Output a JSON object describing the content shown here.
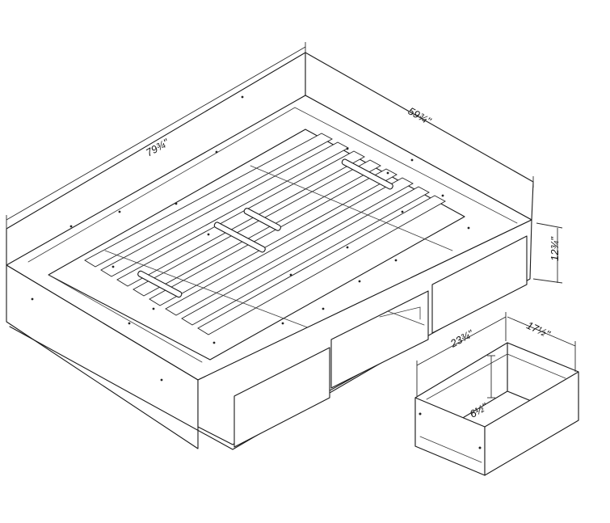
{
  "dimensions": {
    "bed_length": "79¾\"",
    "bed_width": "59¾\"",
    "bed_height": "12¾\"",
    "drawer_width": "23¾\"",
    "drawer_depth": "17½\"",
    "drawer_inner_height": "6½\""
  }
}
